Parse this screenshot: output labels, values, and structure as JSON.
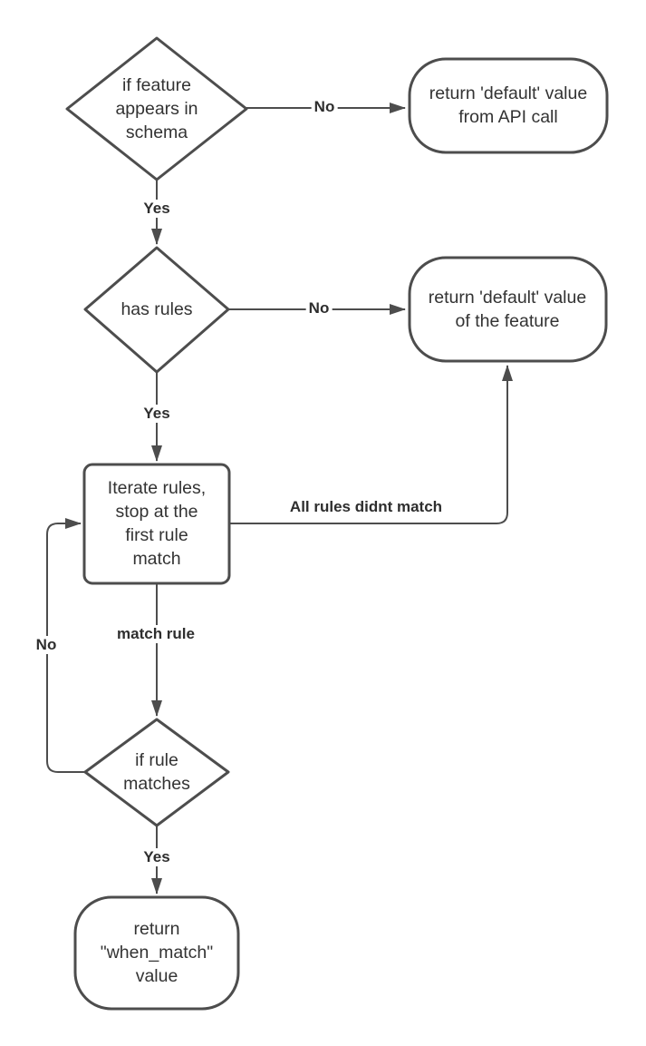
{
  "diagram": {
    "colors": {
      "stroke": "#4d4d4d",
      "text": "#333333",
      "background": "#ffffff"
    },
    "nodes": {
      "check_schema": {
        "type": "decision",
        "label": "if feature\nappears in\nschema"
      },
      "return_api_default": {
        "type": "terminator",
        "label": "return 'default' value\nfrom API call"
      },
      "has_rules": {
        "type": "decision",
        "label": "has rules"
      },
      "return_feature_default": {
        "type": "terminator",
        "label": "return 'default' value\nof the feature"
      },
      "iterate_rules": {
        "type": "process",
        "label": "Iterate rules,\nstop at the\nfirst rule\nmatch"
      },
      "rule_matches": {
        "type": "decision",
        "label": "if rule\nmatches"
      },
      "return_when_match": {
        "type": "terminator",
        "label": "return\n\"when_match\"\nvalue"
      }
    },
    "edges": {
      "schema_no": {
        "label": "No"
      },
      "schema_yes": {
        "label": "Yes"
      },
      "rules_no": {
        "label": "No"
      },
      "rules_yes": {
        "label": "Yes"
      },
      "all_rules_didnt_match": {
        "label": "All rules didnt match"
      },
      "match_rule": {
        "label": "match rule"
      },
      "rule_no": {
        "label": "No"
      },
      "rule_yes": {
        "label": "Yes"
      }
    }
  }
}
